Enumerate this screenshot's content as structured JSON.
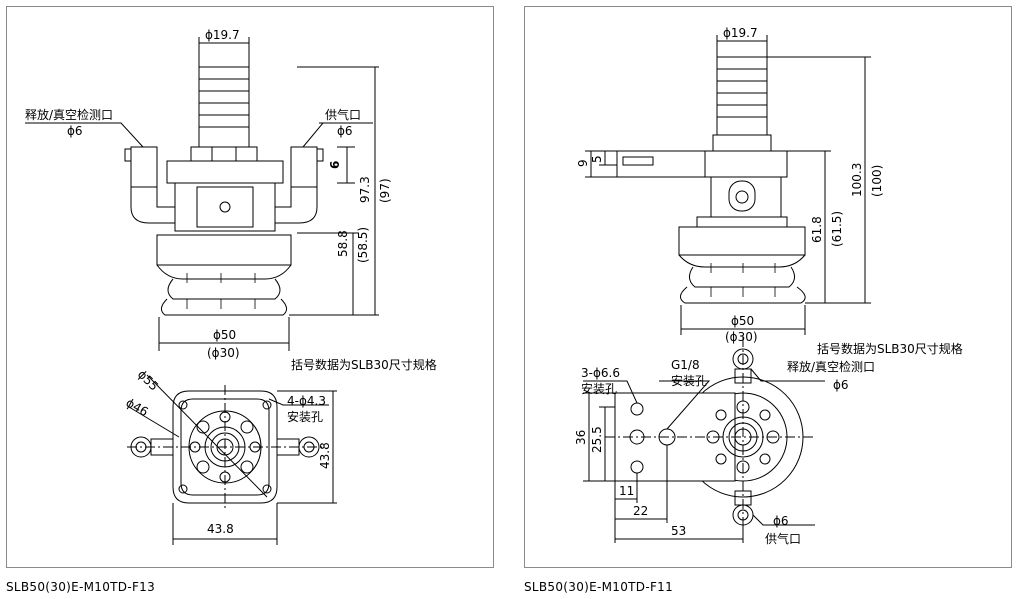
{
  "left": {
    "caption": "SLB50(30)E-M10TD-F13",
    "dims": {
      "top_dia": "ϕ19.7",
      "release_port": "释放/真空检测口",
      "release_dia": "ϕ6",
      "supply_port": "供气口",
      "supply_dia": "ϕ6",
      "d6": "6",
      "d97_3": "97.3",
      "d97": "(97)",
      "d58_8": "58.8",
      "d58_5": "(58.5)",
      "phi50": "ϕ50",
      "phi30": "(ϕ30)",
      "note": "括号数据为SLB30尺寸规格",
      "phi55": "ϕ55",
      "phi46": "ϕ46",
      "holes": "4-ϕ4.3",
      "holes_label": "安装孔",
      "d43_8v": "43.8",
      "d43_8h": "43.8"
    }
  },
  "right": {
    "caption": "SLB50(30)E-M10TD-F11",
    "dims": {
      "top_dia": "ϕ19.7",
      "d9": "9",
      "d5": "5",
      "d100_3": "100.3",
      "d100": "(100)",
      "d61_8": "61.8",
      "d61_5": "(61.5)",
      "phi50": "ϕ50",
      "phi30": "(ϕ30)",
      "note": "括号数据为SLB30尺寸规格",
      "release_port": "释放/真空检测口",
      "release_dia": "ϕ6",
      "holes": "3-ϕ6.6",
      "holes_label": "安装孔",
      "g18": "G1/8",
      "g18_label": "安装孔",
      "d36": "36",
      "d25_5": "25.5",
      "d11": "11",
      "d22": "22",
      "d53": "53",
      "supply_dia": "ϕ6",
      "supply_port": "供气口"
    }
  }
}
